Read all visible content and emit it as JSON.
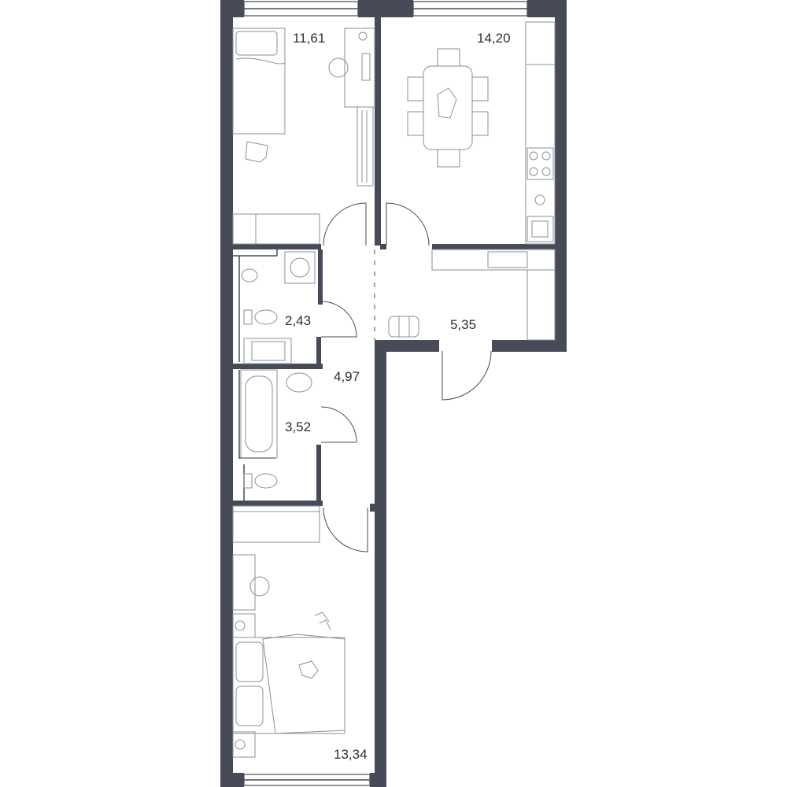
{
  "plan": {
    "rooms": [
      {
        "id": "bedroom-top",
        "area": "11,61"
      },
      {
        "id": "kitchen",
        "area": "14,20"
      },
      {
        "id": "bathroom-small",
        "area": "2,43"
      },
      {
        "id": "corridor",
        "area": "4,97"
      },
      {
        "id": "hall",
        "area": "5,35"
      },
      {
        "id": "bathroom",
        "area": "3,52"
      },
      {
        "id": "bedroom-bottom",
        "area": "13,34"
      }
    ],
    "colors": {
      "wall": "#464b57",
      "furniture": "#8a8f99",
      "background": "#ffffff"
    }
  }
}
